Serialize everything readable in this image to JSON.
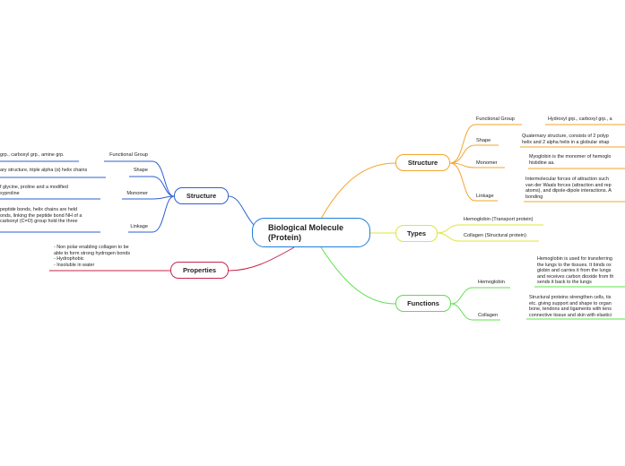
{
  "central": {
    "title": "Biological Molecule\n(Protein)"
  },
  "colors": {
    "central": "#1e7fd9",
    "structure_left": "#2f5fd0",
    "structure_right": "#f3a42e",
    "types": "#dfe43a",
    "functions": "#5ce04a",
    "properties": "#c8264a"
  },
  "left": {
    "structure": {
      "title": "Structure",
      "items": [
        {
          "label": "Functional Group",
          "text": "grp., carboxyl grp., amine grp."
        },
        {
          "label": "Shape",
          "text": "ary structure, triple alpha (α) helix chains"
        },
        {
          "label": "Monomer",
          "text": "f glycine, proline and a modified\nxyproline"
        },
        {
          "label": "Linkage",
          "text": "peptide bonds, helix chains are held\nonds, linking the peptide bond NH of a\ncarbonyl (C=O) group hold the three"
        }
      ]
    },
    "properties": {
      "title": "Properties",
      "text": "- Non polar enabling collagen to be\nable to form strong hydrogen bonds\n- Hydrophobic\n- Insoluble in water"
    }
  },
  "right": {
    "structure": {
      "title": "Structure",
      "items": [
        {
          "label": "Functional Group",
          "text": "Hydroxyl grp., carboxyl grp., a"
        },
        {
          "label": "Shape",
          "text": "Quaternary structure, consists of 2 polyp\nhelix and 2 alpha helix in a globular shap"
        },
        {
          "label": "Monomer",
          "text": "Myoglobin is the monomer of hemoglo\nhistidine aa."
        },
        {
          "label": "Linkage",
          "text": "Intermolecular forces of attraction such\nvan der Waals forces (attraction and rep\natoms), and dipole-dipole interactions. A\nbonding"
        }
      ]
    },
    "types": {
      "title": "Types",
      "items": [
        "Hemoglobin (Transport protein)",
        "Collagen (Structural protein)"
      ]
    },
    "functions": {
      "title": "Functions",
      "items": [
        {
          "label": "Hemoglobin",
          "text": "Hemoglobin is used for transferring\nthe lungs to the tissues. It binds ox\nglobin and carries it from the lungs\nand receives carbon dioxide from th\nsends it back to the lungs"
        },
        {
          "label": "Collagen",
          "text": "Structural proteins strengthen cells, tis\netc. giving support and shape to organ\nbone, tendons and ligaments with tens\nconnective tissue and skin with elastici"
        }
      ]
    }
  }
}
